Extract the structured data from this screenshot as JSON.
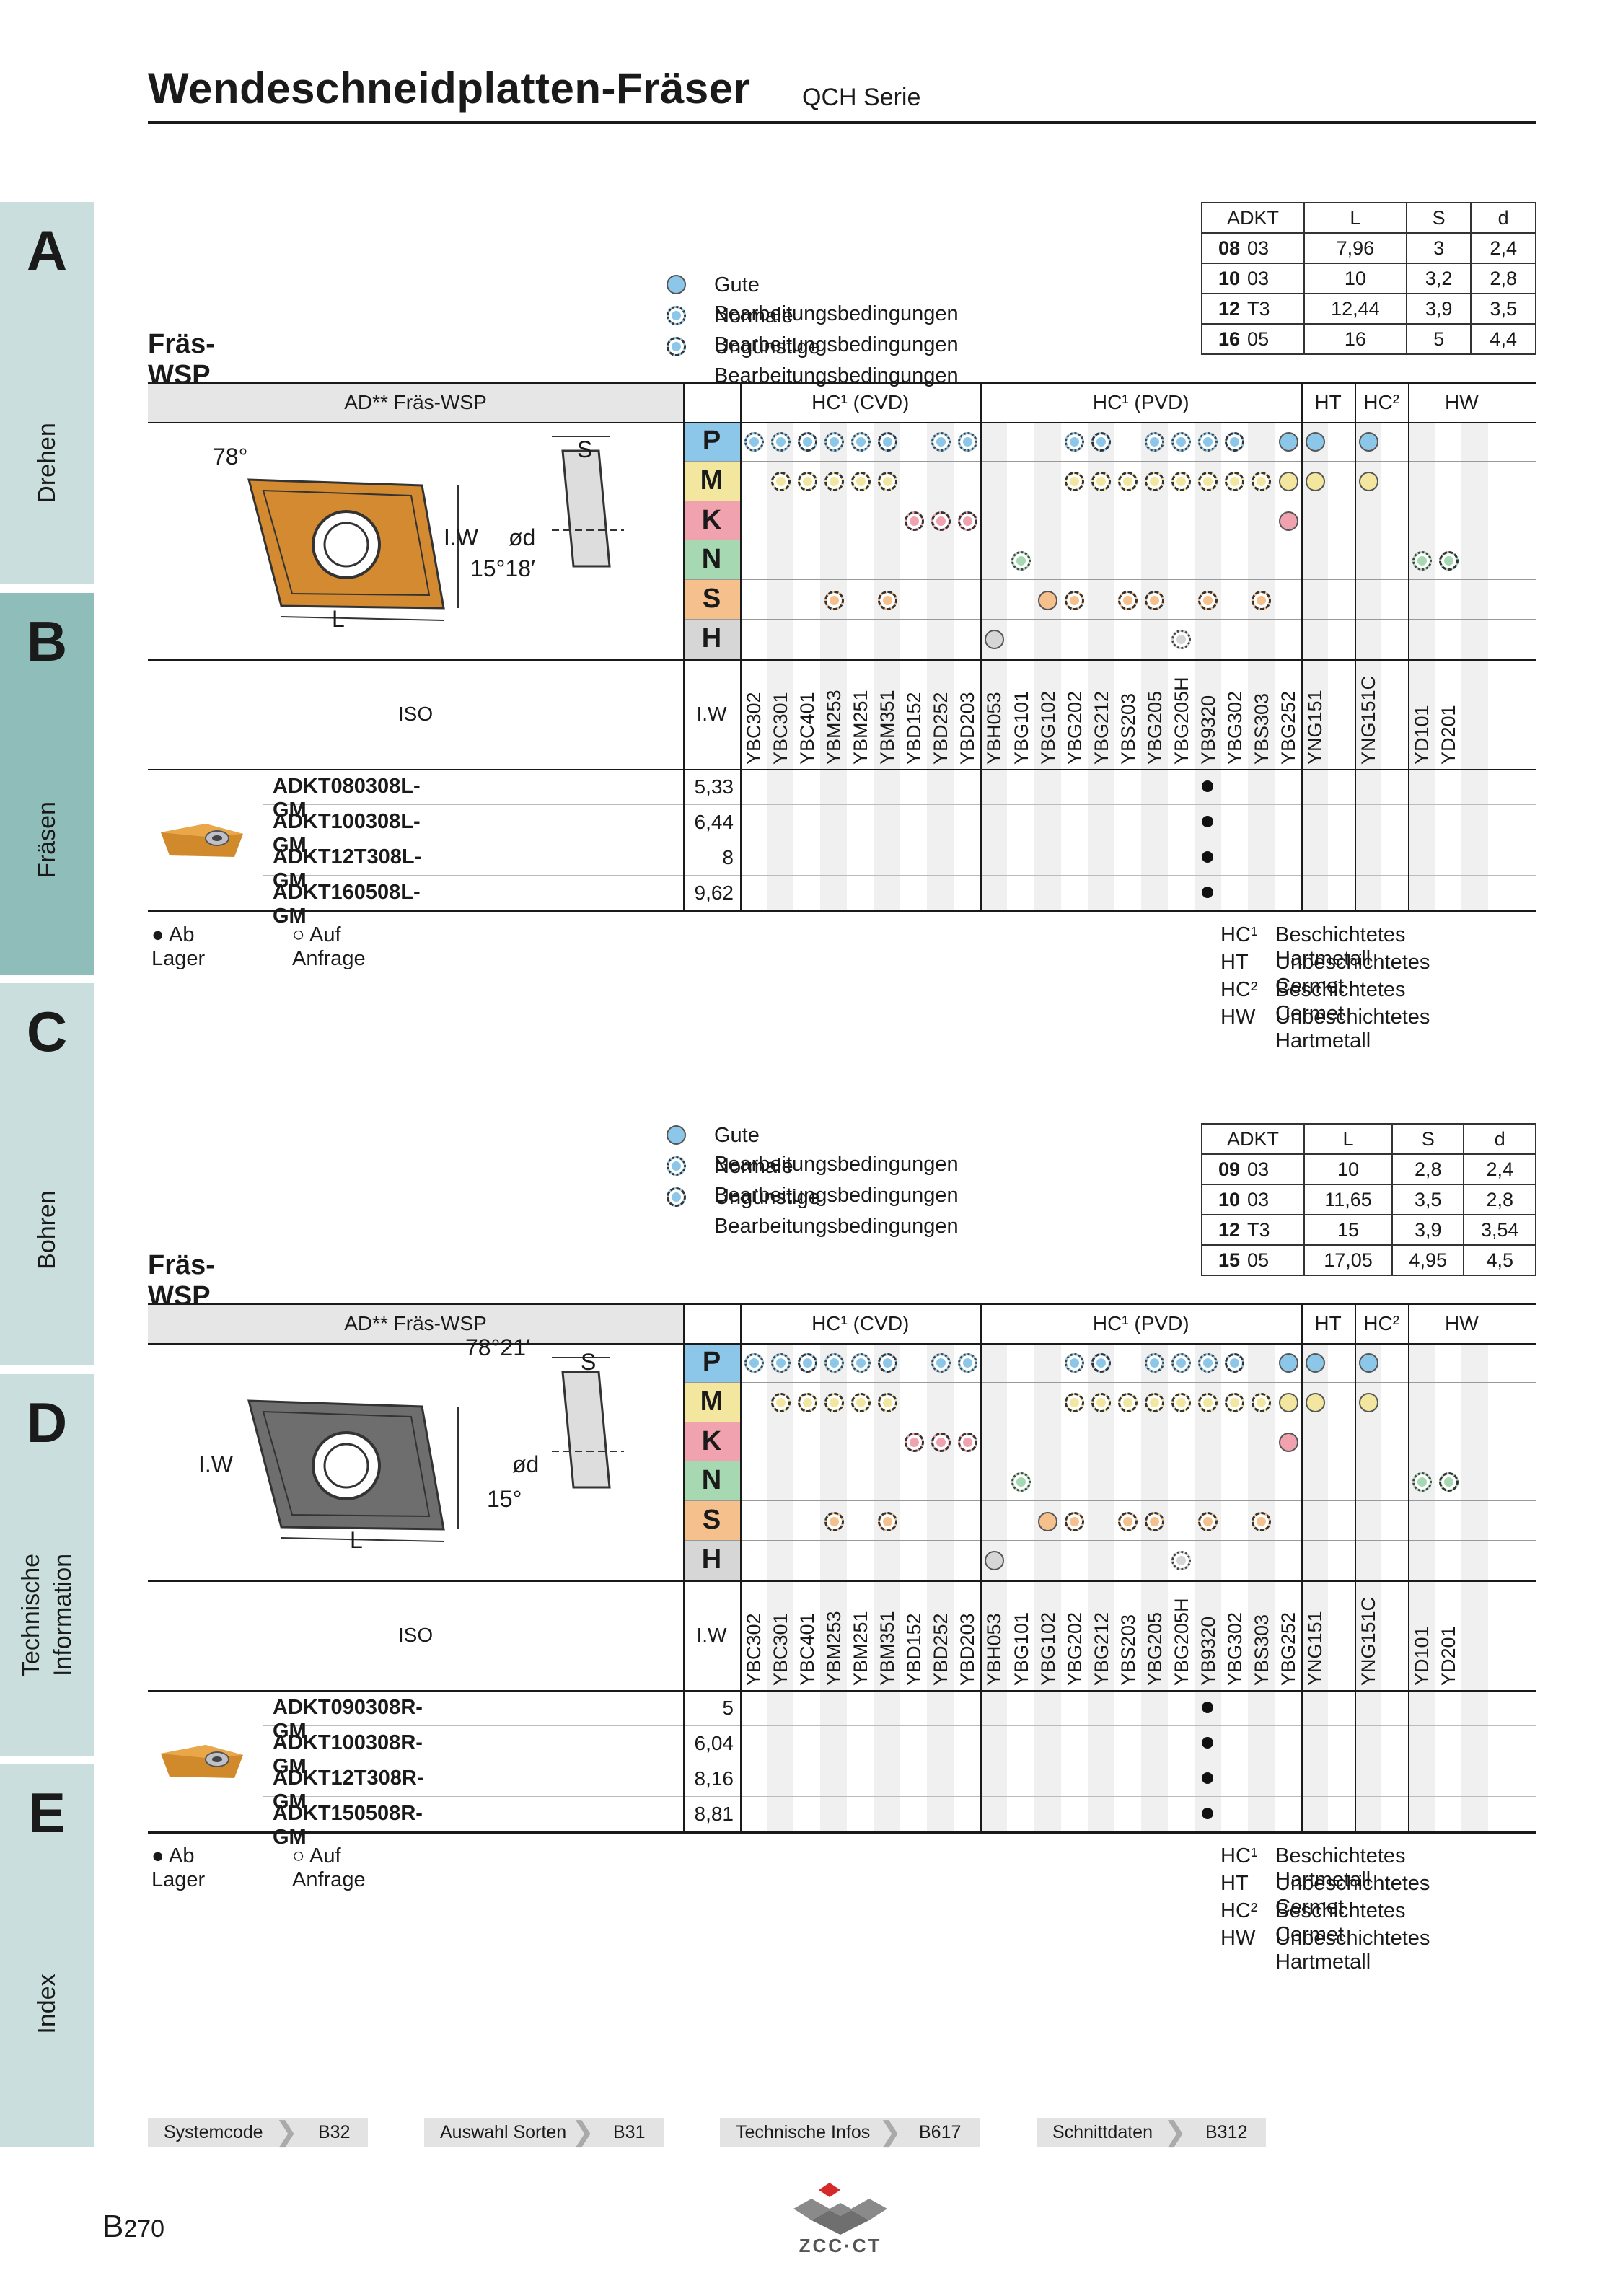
{
  "title": "Wendeschneidplatten-Fräser",
  "series": "QCH Serie",
  "tabs": [
    {
      "letter": "A",
      "label": "Drehen"
    },
    {
      "letter": "B",
      "label": "Fräsen"
    },
    {
      "letter": "C",
      "label": "Bohren"
    },
    {
      "letter": "D",
      "label": "Technische\nInformation"
    },
    {
      "letter": "E",
      "label": "Index"
    }
  ],
  "legend": {
    "good": "Gute Bearbeitungsbedingungen",
    "normal": "Normale Bearbeitungsbedingungen",
    "poor": "Ungünstige Bearbeitungsbedingungen"
  },
  "colors": {
    "P": "#8cc6e8",
    "M": "#f3e7a0",
    "K": "#f0a3ae",
    "N": "#a6d9b2",
    "S": "#f5c08c",
    "H": "#d6d6d6"
  },
  "grade_groups": [
    {
      "label": "HC¹ (CVD)",
      "span": 9
    },
    {
      "label": "HC¹ (PVD)",
      "span": 12
    },
    {
      "label": "HT",
      "span": 2
    },
    {
      "label": "HC²",
      "span": 2
    },
    {
      "label": "HW",
      "span": 4
    }
  ],
  "grades": [
    "YBC302",
    "YBC301",
    "YBC401",
    "YBM253",
    "YBM251",
    "YBM351",
    "YBD152",
    "YBD252",
    "YBD203",
    "YBH053",
    "YBG101",
    "YBG102",
    "YBG202",
    "YBG212",
    "YBS203",
    "YBG205",
    "YBG205H",
    "YB9320",
    "YBG302",
    "YBS303",
    "YBG252",
    "YNG151",
    "",
    "YNG151C",
    "",
    "YD101",
    "YD201",
    "",
    ""
  ],
  "materials": [
    "P",
    "M",
    "K",
    "N",
    "S",
    "H"
  ],
  "header": {
    "insert": "AD** Fräs-WSP",
    "iso": "ISO",
    "iw": "I.W"
  },
  "sections": [
    {
      "heading": "Fräs-WSP",
      "dims": {
        "cols": [
          "ADKT",
          "L",
          "S",
          "d"
        ],
        "rows": [
          [
            "08",
            "03",
            "7,96",
            "3",
            "2,4"
          ],
          [
            "10",
            "03",
            "10",
            "3,2",
            "2,8"
          ],
          [
            "12",
            "T3",
            "12,44",
            "3,9",
            "3,5"
          ],
          [
            "16",
            "05",
            "16",
            "5",
            "4,4"
          ]
        ]
      },
      "drawing": {
        "angle": "78°",
        "angle2": "15°18′",
        "s": "S",
        "d": "ød",
        "iw": "I.W",
        "l": "L"
      },
      "items": [
        {
          "code": "ADKT080308L-GM",
          "iw": "5,33"
        },
        {
          "code": "ADKT100308L-GM",
          "iw": "6,44"
        },
        {
          "code": "ADKT12T308L-GM",
          "iw": "8"
        },
        {
          "code": "ADKT160508L-GM",
          "iw": "9,62"
        }
      ]
    },
    {
      "heading": "Fräs-WSP",
      "dims": {
        "cols": [
          "ADKT",
          "L",
          "S",
          "d"
        ],
        "rows": [
          [
            "09",
            "03",
            "10",
            "2,8",
            "2,4"
          ],
          [
            "10",
            "03",
            "11,65",
            "3,5",
            "2,8"
          ],
          [
            "12",
            "T3",
            "15",
            "3,9",
            "3,54"
          ],
          [
            "15",
            "05",
            "17,05",
            "4,95",
            "4,5"
          ]
        ]
      },
      "drawing": {
        "angle": "78°21′",
        "angle2": "15°",
        "s": "S",
        "d": "ød",
        "iw": "I.W",
        "l": "L"
      },
      "items": [
        {
          "code": "ADKT090308R-GM",
          "iw": "5"
        },
        {
          "code": "ADKT100308R-GM",
          "iw": "6,04"
        },
        {
          "code": "ADKT12T308R-GM",
          "iw": "8,16"
        },
        {
          "code": "ADKT150508R-GM",
          "iw": "8,81"
        }
      ]
    }
  ],
  "stock": {
    "on": "● Ab Lager",
    "request": "○ Auf Anfrage"
  },
  "codes": [
    {
      "code": "HC¹",
      "text": "Beschichtetes Hartmetall"
    },
    {
      "code": "HT",
      "text": "Unbeschichtetes Cermet"
    },
    {
      "code": "HC²",
      "text": "Beschichtetes Cermet"
    },
    {
      "code": "HW",
      "text": "Unbeschichtetes Hartmetall"
    }
  ],
  "footer": [
    {
      "label": "Systemcode",
      "ref": "B32"
    },
    {
      "label": "Auswahl Sorten",
      "ref": "B31"
    },
    {
      "label": "Technische Infos",
      "ref": "B617"
    },
    {
      "label": "Schnittdaten",
      "ref": "B312"
    }
  ],
  "page_prefix": "B",
  "page_number": "270",
  "logo_text": "ZCC·CT"
}
